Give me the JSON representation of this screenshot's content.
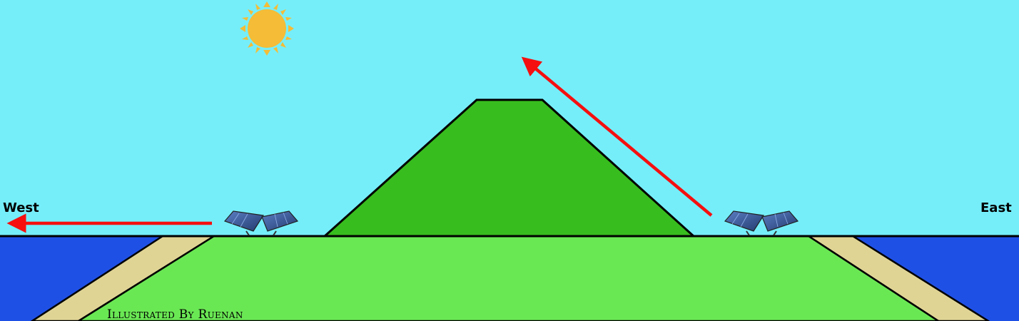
{
  "labels": {
    "west": "West",
    "east": "East"
  },
  "credit": "Illustrated By Ruenan",
  "colors": {
    "sky": "#75eefa",
    "sea": "#1f50e6",
    "sand": "#e0d495",
    "grass": "#6ae854",
    "mountain": "#38bd1e",
    "sun": "#f4bc37",
    "arrow": "#f50f0f",
    "outline": "#000000",
    "panel": "#2f4f8f"
  },
  "icons": {
    "sun": "sun-icon",
    "solar_panel": "solar-panel-icon",
    "arrow": "arrow-icon"
  }
}
